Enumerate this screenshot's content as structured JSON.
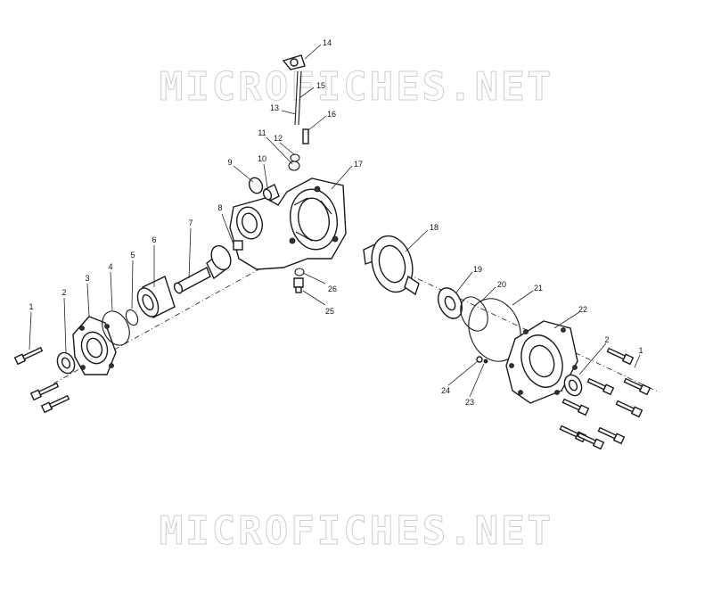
{
  "watermark": {
    "top": "MICROFICHES.NET",
    "bottom": "MICROFICHES.NET"
  },
  "callouts": [
    {
      "id": "c1a",
      "label": "1"
    },
    {
      "id": "c2a",
      "label": "2"
    },
    {
      "id": "c3",
      "label": "3"
    },
    {
      "id": "c4",
      "label": "4"
    },
    {
      "id": "c5",
      "label": "5"
    },
    {
      "id": "c6",
      "label": "6"
    },
    {
      "id": "c7",
      "label": "7"
    },
    {
      "id": "c8",
      "label": "8"
    },
    {
      "id": "c9",
      "label": "9"
    },
    {
      "id": "c10",
      "label": "10"
    },
    {
      "id": "c11",
      "label": "11"
    },
    {
      "id": "c12",
      "label": "12"
    },
    {
      "id": "c13",
      "label": "13"
    },
    {
      "id": "c14",
      "label": "14"
    },
    {
      "id": "c15",
      "label": "15"
    },
    {
      "id": "c16",
      "label": "16"
    },
    {
      "id": "c17",
      "label": "17"
    },
    {
      "id": "c18",
      "label": "18"
    },
    {
      "id": "c19",
      "label": "19"
    },
    {
      "id": "c20",
      "label": "20"
    },
    {
      "id": "c21",
      "label": "21"
    },
    {
      "id": "c22",
      "label": "22"
    },
    {
      "id": "c2b",
      "label": "2"
    },
    {
      "id": "c1b",
      "label": "1"
    },
    {
      "id": "c23",
      "label": "23"
    },
    {
      "id": "c24",
      "label": "24"
    },
    {
      "id": "c25",
      "label": "25"
    },
    {
      "id": "c26",
      "label": "26"
    }
  ]
}
